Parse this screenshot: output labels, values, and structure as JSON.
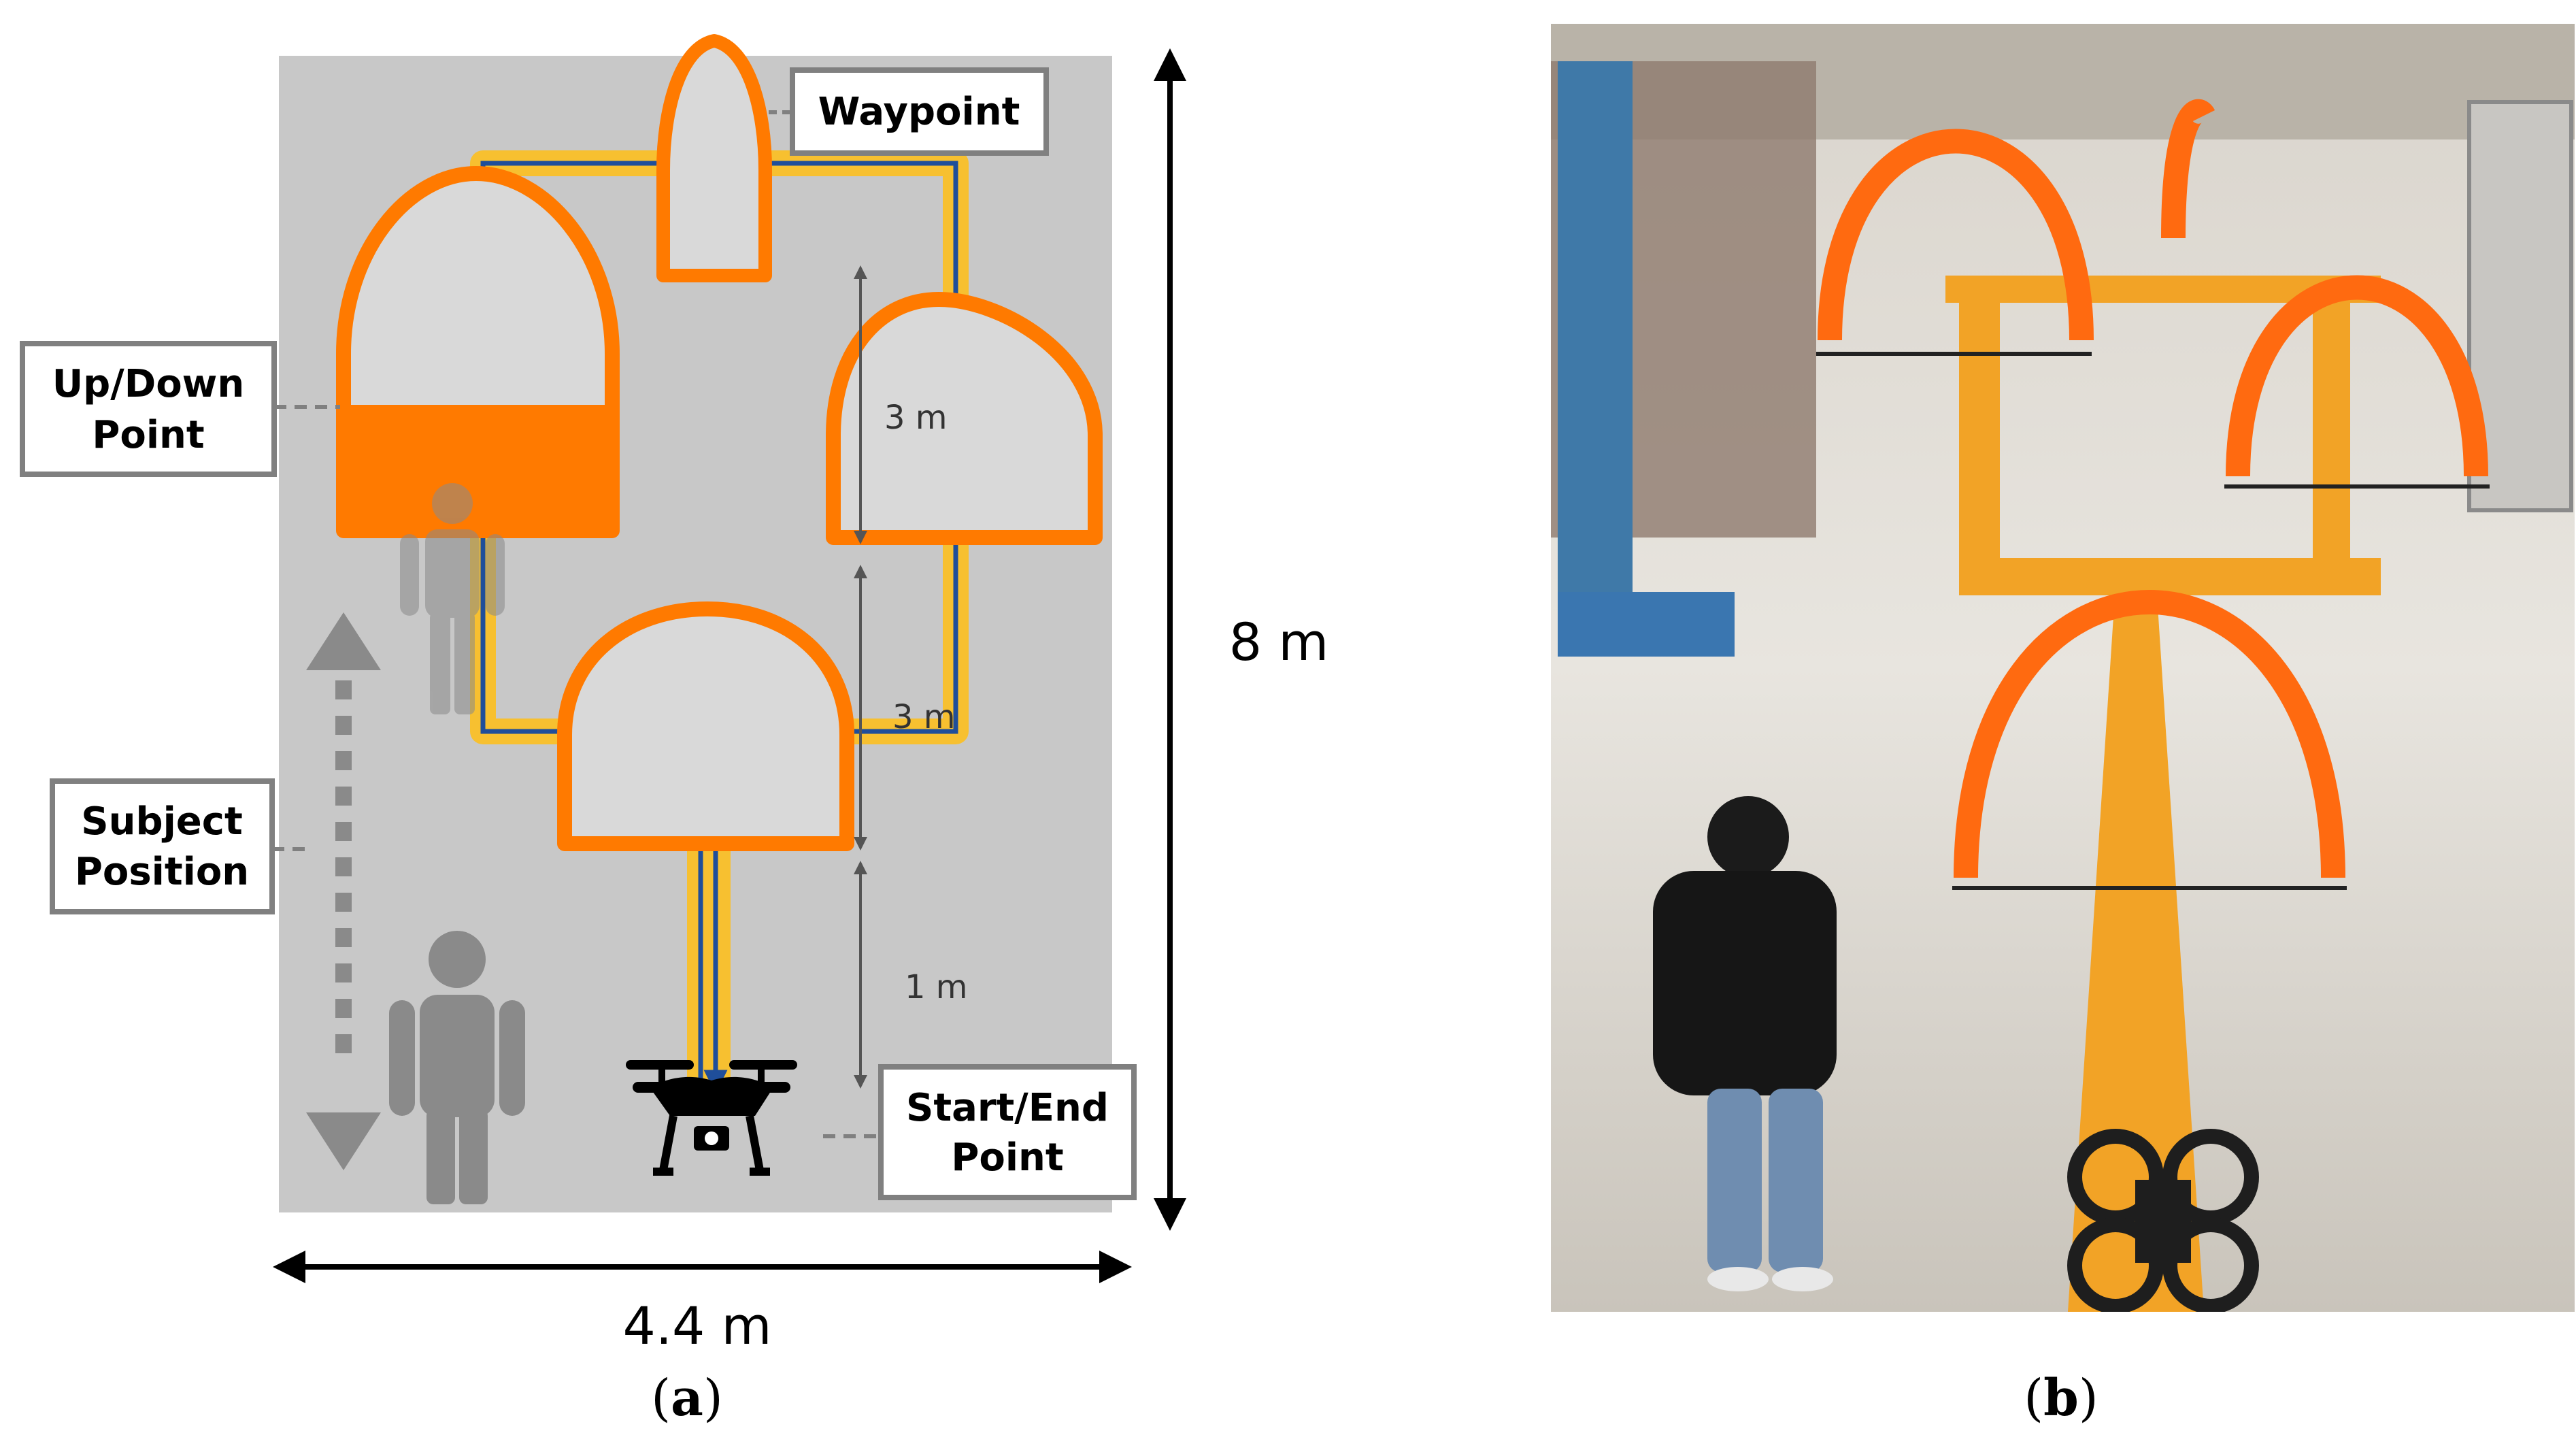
{
  "panel_a": {
    "callouts": {
      "waypoint": "Waypoint",
      "updown_line1": "Up/Down",
      "updown_line2": "Point",
      "subject_line1": "Subject",
      "subject_line2": "Position",
      "startend_line1": "Start/End",
      "startend_line2": "Point"
    },
    "dimensions": {
      "gate_gap_upper": "3 m",
      "gate_gap_lower": "3 m",
      "start_gap": "1 m",
      "total_length": "8 m",
      "total_width": "4.4 m"
    },
    "caption_letter": "a"
  },
  "panel_b": {
    "caption_letter": "b"
  },
  "colors": {
    "gate_orange": "#ff7a00",
    "path_yellow": "#f7c030",
    "path_blue": "#1f4e9a",
    "field_gray": "#c8c8c8",
    "icon_gray": "#8a8a8a"
  }
}
